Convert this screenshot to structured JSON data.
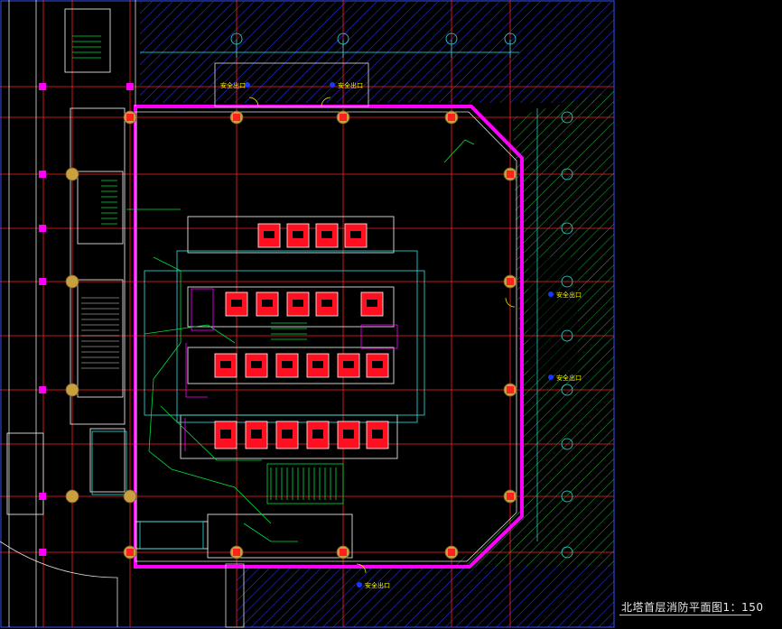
{
  "drawing": {
    "title": "北塔首层消防平面图1：150",
    "exit_labels": [
      "安全出口",
      "安全出口",
      "安全出口",
      "安全出口",
      "安全出口"
    ],
    "colors": {
      "background": "#000000",
      "grid": "#ff2020",
      "hatch_blue": "#2a3cff",
      "hatch_green": "#1fa83a",
      "fire_wall": "#ff00ff",
      "column": "#c8a040",
      "equipment": "#ff1020",
      "piping": "#00e040",
      "wall_white": "#e0e0e0",
      "cyan": "#30e0e0",
      "exit_text": "#ffff00"
    }
  }
}
